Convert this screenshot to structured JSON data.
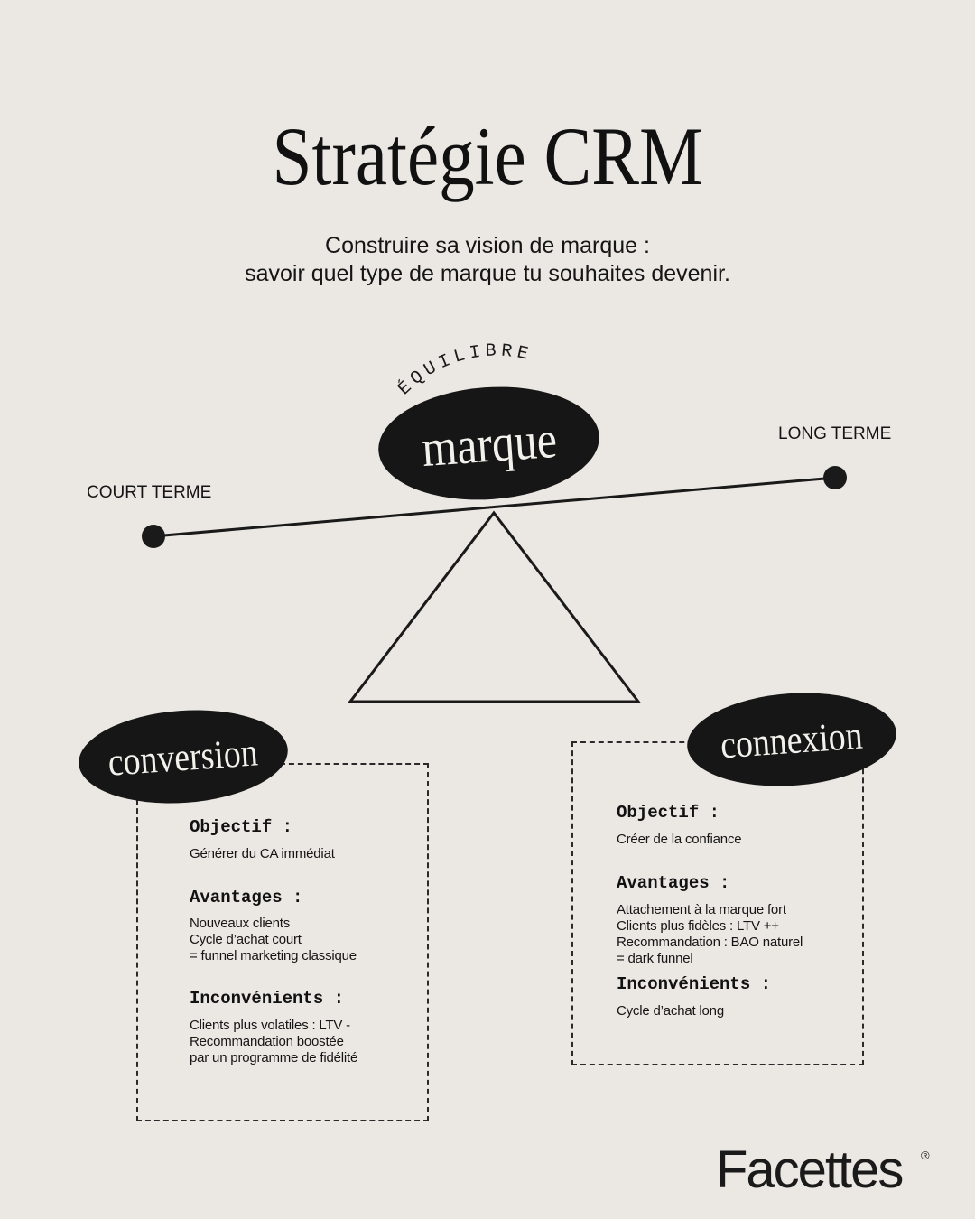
{
  "title": "Stratégie CRM",
  "subtitle_line1": "Construire sa vision de marque :",
  "subtitle_line2": "savoir quel type de marque tu souhaites devenir.",
  "arc_label": "ÉQUILIBRE",
  "center_label": "marque",
  "left_term": "COURT TERME",
  "right_term": "LONG TERME",
  "left_panel": {
    "label": "conversion",
    "objectif_title": "Objectif :",
    "objectif_lines": [
      "Générer du CA immédiat"
    ],
    "avantages_title": "Avantages :",
    "avantages_lines": [
      "Nouveaux clients",
      "Cycle d’achat court",
      "= funnel marketing classique"
    ],
    "inconvenients_title": "Inconvénients :",
    "inconvenients_lines": [
      "Clients plus volatiles : LTV -",
      "Recommandation boostée",
      "par un programme de fidélité"
    ]
  },
  "right_panel": {
    "label": "connexion",
    "objectif_title": "Objectif :",
    "objectif_lines": [
      "Créer de la confiance"
    ],
    "avantages_title": "Avantages :",
    "avantages_lines": [
      "Attachement à la marque fort",
      "Clients plus fidèles : LTV ++",
      "Recommandation : BAO naturel",
      "= dark funnel"
    ],
    "inconvenients_title": "Inconvénients :",
    "inconvenients_lines": [
      "Cycle d’achat long"
    ]
  },
  "brand": "Facettes",
  "brand_mark": "®",
  "colors": {
    "background": "#ebe8e3",
    "ink": "#161616",
    "pill_text": "#f3f1ec"
  }
}
